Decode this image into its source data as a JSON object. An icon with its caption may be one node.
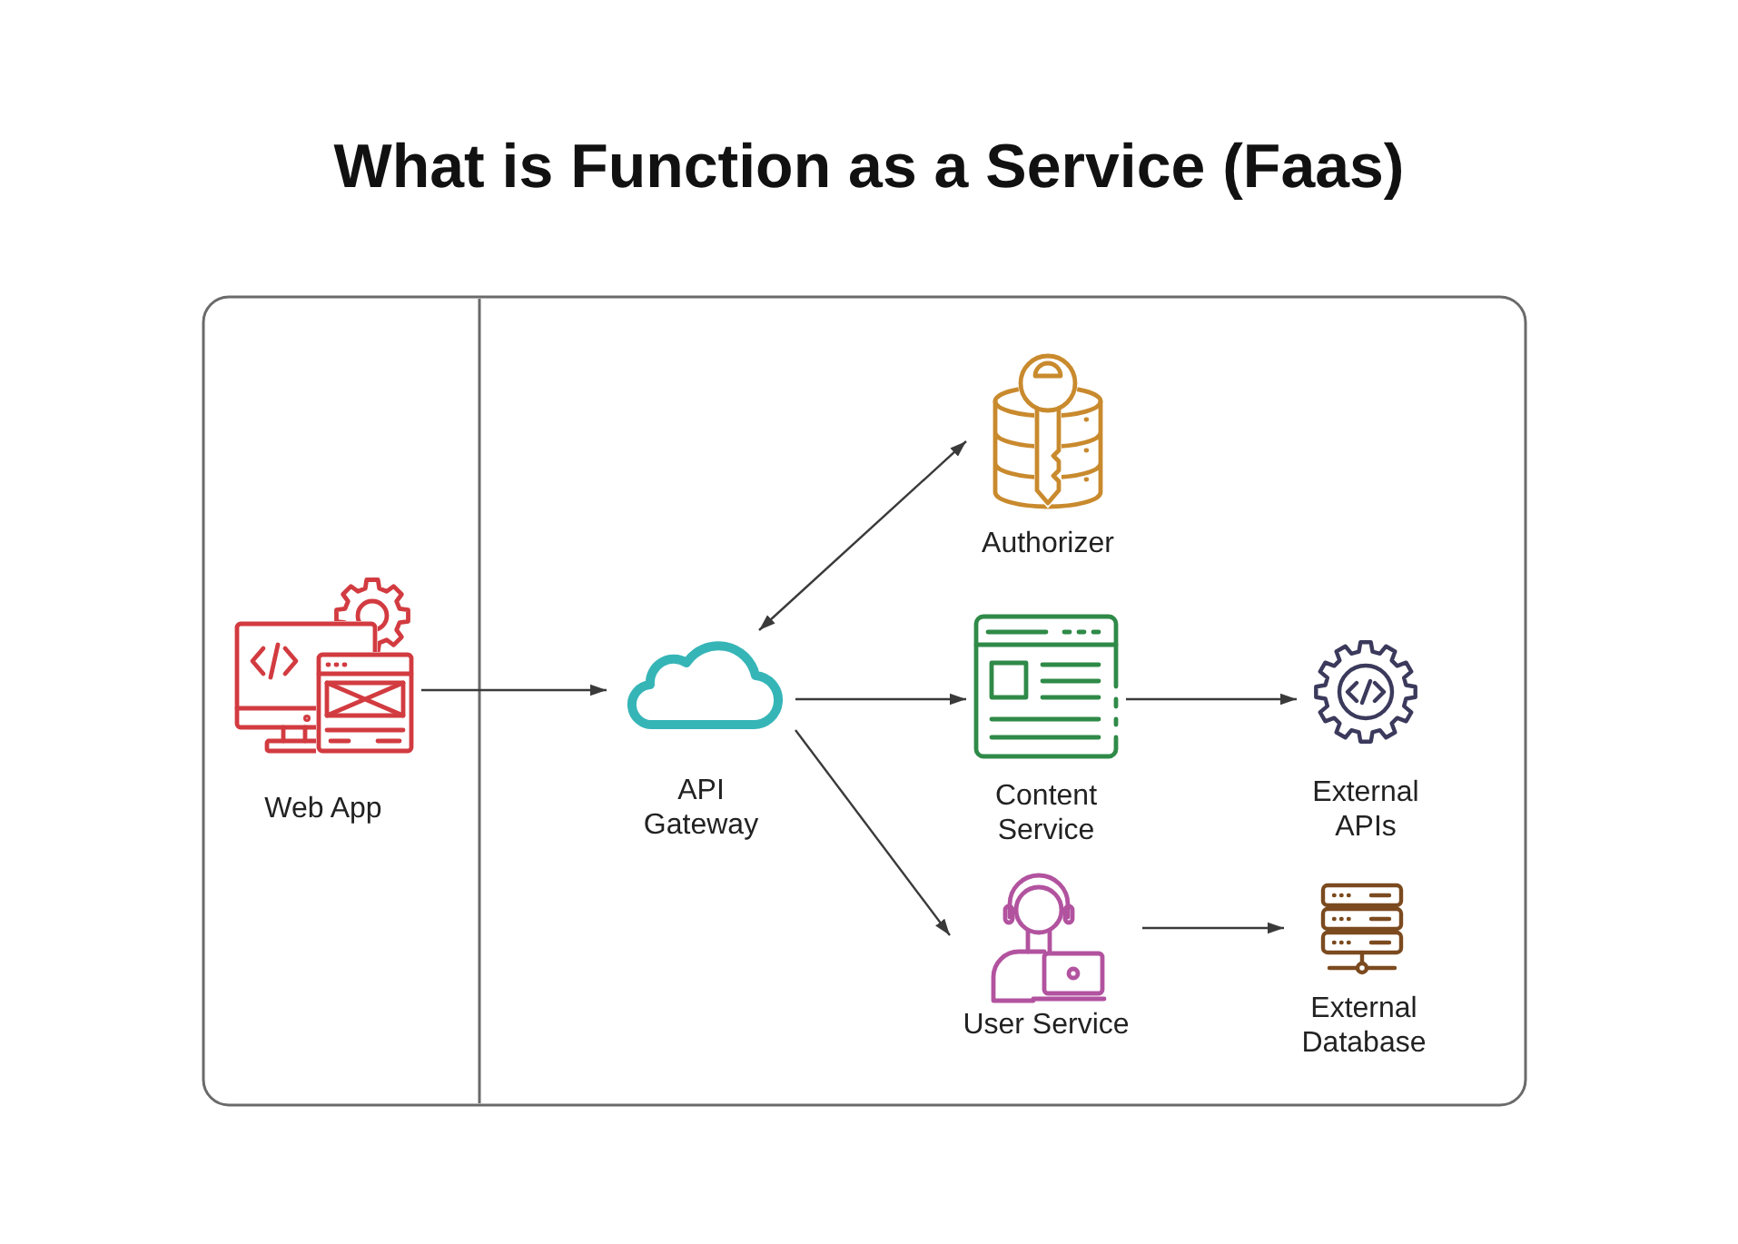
{
  "diagram": {
    "title": "What is Function as a Service (Faas)",
    "nodes": [
      {
        "text": [
          "Web App"
        ]
      },
      {
        "text": [
          "API Gateway"
        ]
      },
      {
        "text": [
          "Authorizer"
        ]
      },
      {
        "text": [
          "Content Service"
        ]
      },
      {
        "text": [
          "External APIs"
        ]
      },
      {
        "text": [
          "User Service"
        ]
      },
      {
        "text": [
          "External Database"
        ]
      }
    ],
    "edges": [
      {
        "from": 0,
        "to": 1,
        "arrow": "to"
      },
      {
        "from": 1,
        "to": 2,
        "arrow": "both"
      },
      {
        "from": 1,
        "to": 3,
        "arrow": "to"
      },
      {
        "from": 1,
        "to": 5,
        "arrow": "to"
      },
      {
        "from": 3,
        "to": 4,
        "arrow": "to"
      },
      {
        "from": 5,
        "to": 6,
        "arrow": "to"
      }
    ]
  }
}
